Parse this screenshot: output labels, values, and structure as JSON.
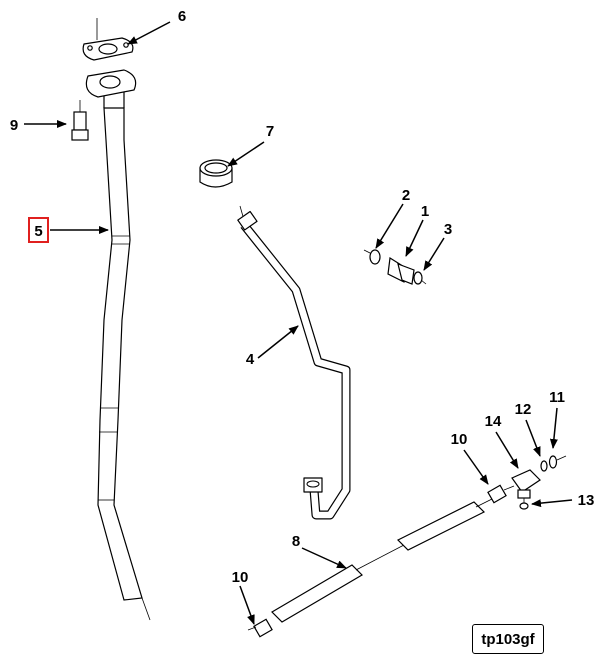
{
  "diagram": {
    "callouts": {
      "c1": "1",
      "c2": "2",
      "c3": "3",
      "c4": "4",
      "c5": "5",
      "c6": "6",
      "c7": "7",
      "c8": "8",
      "c9": "9",
      "c10a": "10",
      "c10b": "10",
      "c11": "11",
      "c12": "12",
      "c13": "13",
      "c14": "14"
    },
    "highlight_color": "#e0201f",
    "reference_code": "tp103gf"
  }
}
